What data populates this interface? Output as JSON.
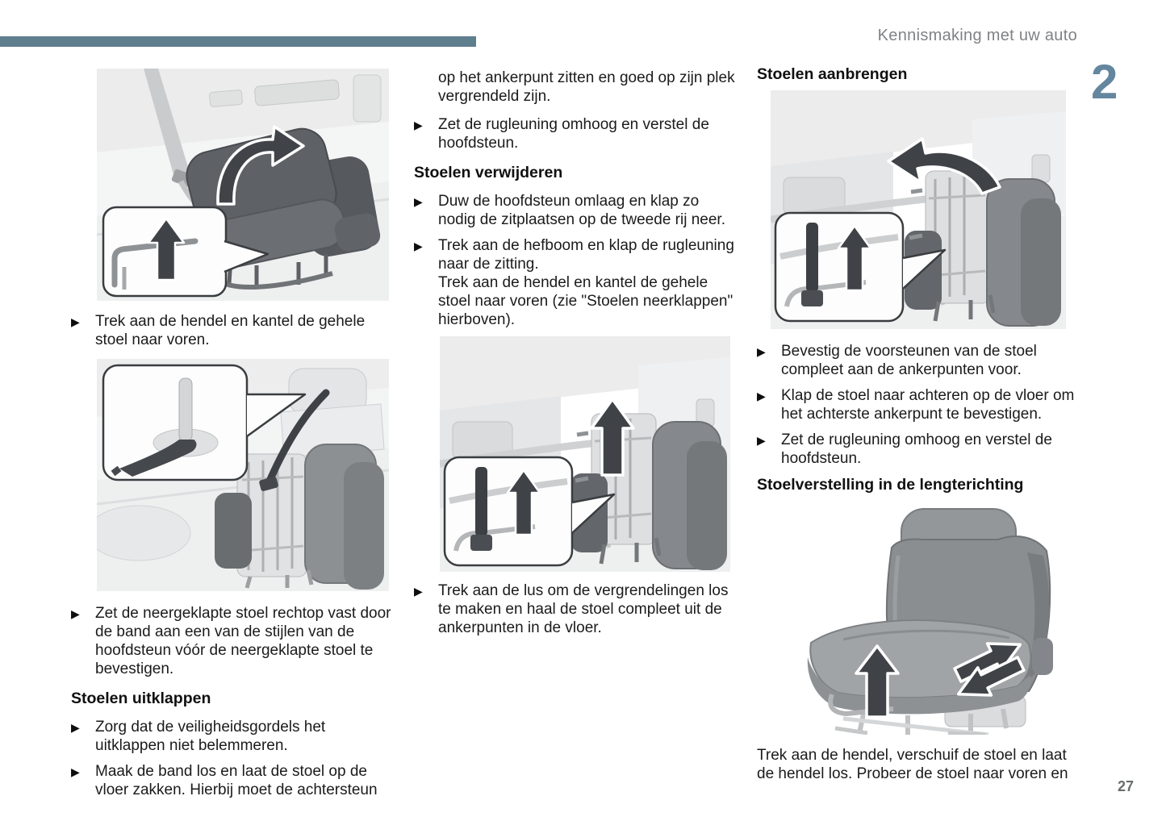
{
  "header": {
    "title": "Kennismaking met uw auto",
    "chapter_number": "2"
  },
  "page_number": "27",
  "glyphs": {
    "bullet": "▶"
  },
  "colors": {
    "accent_bar": "#5f7e8e",
    "chapter_number": "#64869e",
    "header_text": "#808285",
    "body_text": "#1b1b1b",
    "page_number": "#6a6c6e",
    "seat_dark": "#5e6266",
    "arrow_dark": "#3f4347"
  },
  "icons": {
    "bullet": "right-pointing filled triangle",
    "up_arrow": "solid dark up arrow with white outline",
    "curved_arrow": "solid dark curved arrow with white outline",
    "slide_arrows": "two diagonal fore-aft arrows"
  },
  "col1": {
    "bullet1": "Trek aan de hendel en kantel de gehele stoel naar voren.",
    "bullet2": "Zet de neergeklapte stoel rechtop vast door de band aan een van de stijlen van de hoofdsteun vóór de neergeklapte stoel te bevestigen.",
    "heading1": "Stoelen uitklappen",
    "bullet3": "Zorg dat de veiligheidsgordels het uitklappen niet belemmeren.",
    "bullet4": "Maak de band los en laat de stoel op de vloer zakken. Hierbij moet de achtersteun"
  },
  "col2": {
    "continuation": "op het ankerpunt zitten en goed op zijn plek vergrendeld zijn.",
    "bullet1": "Zet de rugleuning omhoog en verstel de hoofdsteun.",
    "heading1": "Stoelen verwijderen",
    "bullet2": "Duw de hoofdsteun omlaag en klap zo nodig de zitplaatsen op de tweede rij neer.",
    "bullet3_line1": "Trek aan de hefboom en klap de rugleuning naar de zitting.",
    "bullet3_line2": "Trek aan de hendel en kantel de gehele stoel naar voren (zie \"Stoelen neerklappen\" hierboven).",
    "bullet4": "Trek aan de lus om de vergrendelingen los te maken en haal de stoel compleet uit de ankerpunten in de vloer."
  },
  "col3": {
    "heading1": "Stoelen aanbrengen",
    "bullet1": "Bevestig de voorsteunen van de stoel compleet aan de ankerpunten voor.",
    "bullet2": "Klap de stoel naar achteren op de vloer om het achterste ankerpunt te bevestigen.",
    "bullet3": "Zet de rugleuning omhoog en verstel de hoofdsteun.",
    "heading2": "Stoelverstelling in de lengterichting",
    "paragraph": "Trek aan de hendel, verschuif de stoel en laat de hendel los. Probeer de stoel naar voren en"
  }
}
